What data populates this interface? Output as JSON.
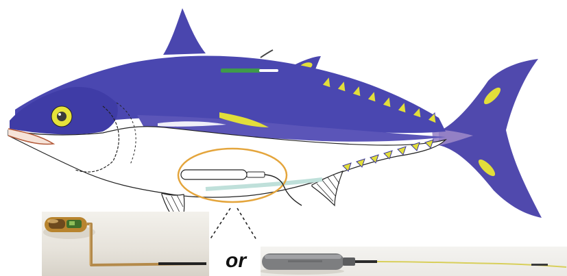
{
  "figure": {
    "connector_word": "or",
    "icons": [
      "tuna-illustration",
      "implanted-tag-outline",
      "tag-photo-bent-antenna",
      "tag-photo-straight-stalk"
    ]
  },
  "colors": {
    "body_blue": "#4b49b2",
    "body_dark": "#3a3799",
    "belly_white": "#ffffff",
    "finlet_yellow": "#e2de3a",
    "tag_highlight_ring": "#e4a53c",
    "green_stripe": "#3f9a4a",
    "tail_lavender": "#8f7bc4"
  }
}
